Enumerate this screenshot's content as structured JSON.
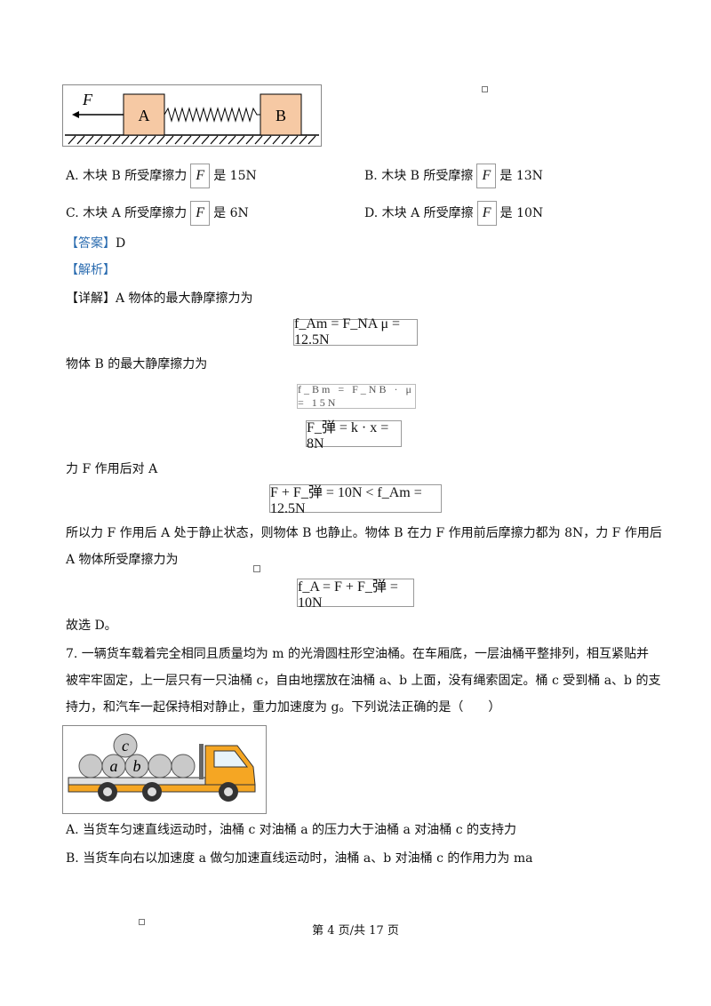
{
  "figure1": {
    "label_F": "F",
    "label_A": "A",
    "label_B": "B"
  },
  "options_q6": [
    {
      "key": "A.",
      "text_pre": "木块 B 所受摩擦力",
      "symbol": "F",
      "text_post": "是 15N"
    },
    {
      "key": "B.",
      "text_pre": "木块 B 所受摩擦",
      "symbol": "F",
      "text_post": "是 13N"
    },
    {
      "key": "C.",
      "text_pre": "木块 A 所受摩擦力",
      "symbol": "F",
      "text_post": "是 6N"
    },
    {
      "key": "D.",
      "text_pre": "木块 A 所受摩擦",
      "symbol": "F",
      "text_post": "是 10N"
    }
  ],
  "answer": {
    "label": "【答案】",
    "value": "D"
  },
  "analysis_label": "【解析】",
  "detail": {
    "label": "【详解】",
    "line1": "A 物体的最大静摩擦力为",
    "eq1": "f_Am = F_NA μ = 12.5N",
    "line2": "物体 B 的最大静摩擦力为",
    "eq2": "f_Bm = F_NB · μ = 15N",
    "eq3": "F_弹 = k · x = 8N",
    "line3": "力 F 作用后对 A",
    "eq4": "F + F_弹 = 10N < f_Am = 12.5N",
    "line4": "所以力 F 作用后 A 处于静止状态，则物体 B 也静止。物体 B 在力 F 作用前后摩擦力都为 8N，力 F 作用后",
    "line5": "A 物体所受摩擦力为",
    "eq5": "f_A = F + F_弹 = 10N",
    "line6": "故选 D。"
  },
  "q7": {
    "line1": "7. 一辆货车载着完全相同且质量均为 m 的光滑圆柱形空油桶。在车厢底，一层油桶平整排列，相互紧贴并",
    "line2": "被牢牢固定，上一层只有一只油桶 c，自由地摆放在油桶 a、b 上面，没有绳索固定。桶 c 受到桶 a、b 的支",
    "line3": "持力，和汽车一起保持相对静止，重力加速度为 g。下列说法正确的是（　　）",
    "barrel_a": "a",
    "barrel_b": "b",
    "barrel_c": "c",
    "optA": "A. 当货车匀速直线运动时，油桶 c 对油桶 a 的压力大于油桶 a 对油桶 c 的支持力",
    "optB": "B. 当货车向右以加速度 a 做匀加速直线运动时，油桶 a、b 对油桶 c 的作用力为 ma"
  },
  "footer": "第 4 页/共 17 页",
  "colors": {
    "block": "#f6c9a4",
    "truck": "#f5a623",
    "barrel": "#c9c9c9",
    "bracket": "#2b6cb0"
  }
}
